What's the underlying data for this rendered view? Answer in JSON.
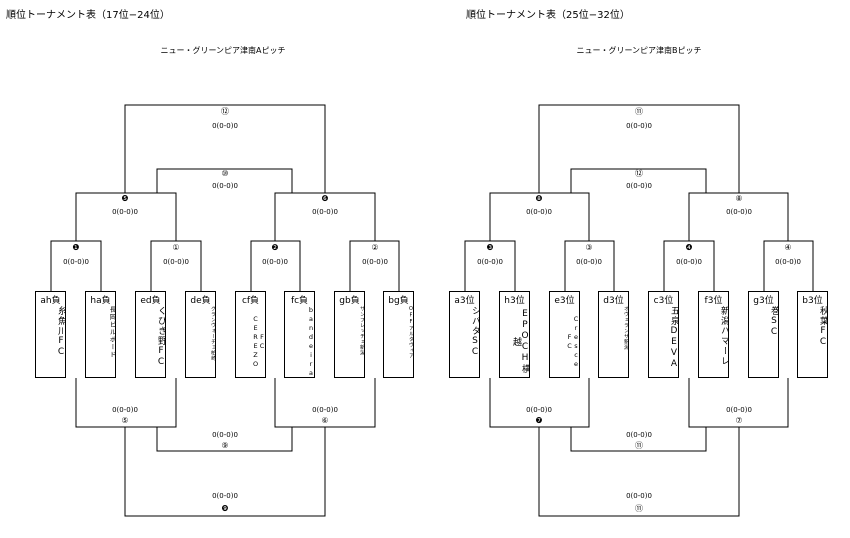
{
  "left": {
    "title": "順位トーナメント表（17位−24位）",
    "venue": "ニュー・グリーンピア津南Aピッチ",
    "teams": [
      {
        "seed": "ah負",
        "name": "糸魚川FC"
      },
      {
        "seed": "ha負",
        "name": "長岡ビルボード"
      },
      {
        "seed": "ed負",
        "name": "くびき野FC"
      },
      {
        "seed": "de負",
        "name": "グランヴォーチェ柏崎"
      },
      {
        "seed": "cf負",
        "name": "FC CEREZO"
      },
      {
        "seed": "fc負",
        "name": "bandeira2"
      },
      {
        "seed": "gb負",
        "name": "サンフレッチェ新潟"
      },
      {
        "seed": "bg負",
        "name": "OFFアルタヴィア"
      }
    ],
    "marks": {
      "m1": "❶",
      "m2": "①",
      "m3": "❷",
      "m4": "②",
      "m5": "❺",
      "m6": "❻",
      "m10": "⑩",
      "m12": "⑫",
      "m5b": "⑤",
      "m6b": "⑥",
      "m9": "⑨",
      "m9b": "❾"
    },
    "scores": {
      "s1": "0(0-0)0",
      "s2": "0(0-0)0",
      "s3": "0(0-0)0",
      "s4": "0(0-0)0",
      "s5": "0(0-0)0",
      "s6": "0(0-0)0",
      "s7": "0(0-0)0",
      "s8": "0(0-0)0",
      "s9": "0(0-0)0",
      "s10": "0(0-0)0",
      "s11": "0(0-0)0",
      "s12": "0(0-0)0"
    }
  },
  "right": {
    "title": "順位トーナメント表（25位−32位）",
    "venue": "ニュー・グリーンピア津南Bピッチ",
    "teams": [
      {
        "seed": "a3位",
        "name": "シバタSC"
      },
      {
        "seed": "h3位",
        "name": "EPOCH横越"
      },
      {
        "seed": "e3位",
        "name": "Cresce FC"
      },
      {
        "seed": "d3位",
        "name": "オヴェランサ新潟"
      },
      {
        "seed": "c3位",
        "name": "五泉DEVA"
      },
      {
        "seed": "f3位",
        "name": "新潟ハマーレ"
      },
      {
        "seed": "g3位",
        "name": "巻SC"
      },
      {
        "seed": "b3位",
        "name": "秋葉FC"
      }
    ],
    "marks": {
      "m1": "❸",
      "m2": "③",
      "m3": "❹",
      "m4": "④",
      "m5": "❽",
      "m6": "⑧",
      "m10": "⑫",
      "m12": "⑪",
      "m5b": "❼",
      "m6b": "⑦",
      "m9": "⑪",
      "m9b": "⑪"
    },
    "scores": {
      "s1": "0(0-0)0",
      "s2": "0(0-0)0",
      "s3": "0(0-0)0",
      "s4": "0(0-0)0",
      "s5": "0(0-0)0",
      "s6": "0(0-0)0",
      "s7": "0(0-0)0",
      "s8": "0(0-0)0",
      "s9": "0(0-0)0",
      "s10": "0(0-0)0",
      "s11": "0(0-0)0",
      "s12": "0(0-0)0"
    }
  }
}
